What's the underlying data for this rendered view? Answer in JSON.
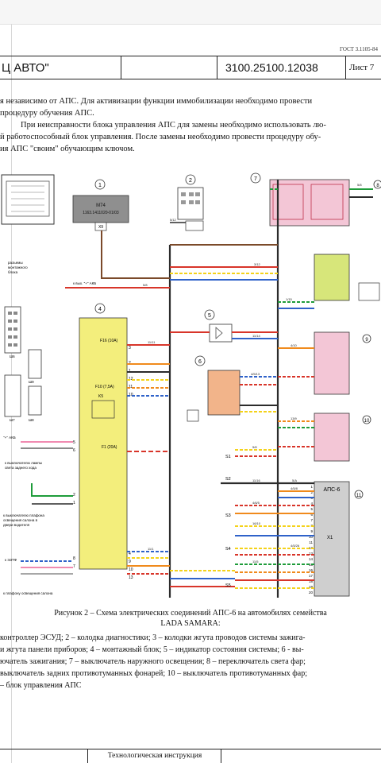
{
  "header": {
    "gost": "ГОСТ 3.1105-84",
    "org": "Ц АВТО\"",
    "doc_number": "3100.25100.12038",
    "sheet": "Лист 7"
  },
  "body_text": {
    "p1_line1": "я независимо от АПС. Для активизации функции иммобилизации необходимо провести",
    "p1_line2": "процедуру обучения АПС.",
    "p2_line1": "При неисправности блока управления АПС для замены необходимо использовать лю-",
    "p2_line2": "й работоспособный блок управления. После замены необходимо провести процедуру обу-",
    "p2_line3": "ия АПС \"своим\" обучающим ключом."
  },
  "diagram": {
    "callouts": [
      "1",
      "2",
      "4",
      "5",
      "6",
      "7",
      "8",
      "9",
      "10",
      "11"
    ],
    "m74_label": "M74",
    "m74_sub": "1163.1411020-01/03",
    "x9_label": "X9",
    "aps_block": "АПС-6",
    "aps_x1": "X1",
    "fuses": {
      "f16": "F16 (10A)",
      "f10": "F10 (7,5A)",
      "f1": "F1 (20A)",
      "k5": "K5"
    },
    "connector_labels": {
      "sh6": "Ш6",
      "sh9": "Ш9",
      "sh8": "Ш8",
      "sh7": "Ш7"
    },
    "left_notes": {
      "razyomy": "разъемы\nмонтажного\nблока",
      "akb_top": "к вых. \"+\" АКБ",
      "akb_left": "\"+\" АКБ",
      "zadnego_hoda": "к выключателю лампы\nсвета заднего хода",
      "plafon_voditel": "к выключателю плафона\nосвещения салона в\nдвери водителя",
      "eztf": "к ЭЗТФ",
      "plafon_salon": "к плафону освещения салона"
    },
    "switch_labels": [
      "S1",
      "S2",
      "S3",
      "S4",
      "S5"
    ],
    "wire_labels": [
      "5/8",
      "5/12",
      "3/12",
      "5/8",
      "1/15",
      "11/14",
      "11/11",
      "4/10",
      "4/5/13",
      "13/9",
      "5/A",
      "4/5/8",
      "11/16",
      "4/6/5",
      "16/10",
      "11/5",
      "11/1",
      "5/8",
      "4/5/26"
    ],
    "numbers": {
      "block4_pins": [
        "3",
        "2",
        "1",
        "12",
        "11",
        "10",
        "5",
        "6",
        "2",
        "1",
        "8",
        "7",
        "4",
        "9",
        "10",
        "13"
      ],
      "aps_pins": [
        "1",
        "2",
        "3",
        "4",
        "5",
        "6",
        "7",
        "8",
        "9",
        "10",
        "11",
        "12",
        "13",
        "14",
        "15",
        "16",
        "17",
        "18",
        "19",
        "20"
      ]
    }
  },
  "caption": {
    "line1": "Рисунок 2 – Схема электрических соединений АПС-6 на автомобилях семейства",
    "line2": "LADA SAMARA:"
  },
  "legend": {
    "l1": "контроллер ЭСУД; 2 – колодка диагностики; 3 – колодки жгута проводов системы зажига-",
    "l2": "и жгута панели приборов; 4 – монтажный блок; 5 – индикатор состояния системы; 6 - вы-",
    "l3": "ючатель зажигания; 7 – выключатель наружного освещения; 8 – переключатель света фар;",
    "l4": "выключатель задних противотуманных фонарей; 10 – выключатель противотуманных фар;",
    "l5": "– блок управления АПС"
  },
  "footer": {
    "text": "Технологическая инструкция"
  },
  "colors": {
    "yellow_block": "#f3ee7c",
    "pink_block": "#f3c6d6",
    "green_block": "#d7e67a",
    "orange_block": "#f2b48a",
    "wire_red": "#d8352a",
    "wire_brown": "#7b4a2a",
    "wire_orange": "#f08a1c",
    "wire_yellow": "#f4d21a",
    "wire_green": "#1e9c3a",
    "wire_blue": "#2f62c9",
    "wire_pink": "#f08ab0",
    "wire_gray": "#8a8a8a",
    "aps_gray": "#cfcfcf"
  }
}
